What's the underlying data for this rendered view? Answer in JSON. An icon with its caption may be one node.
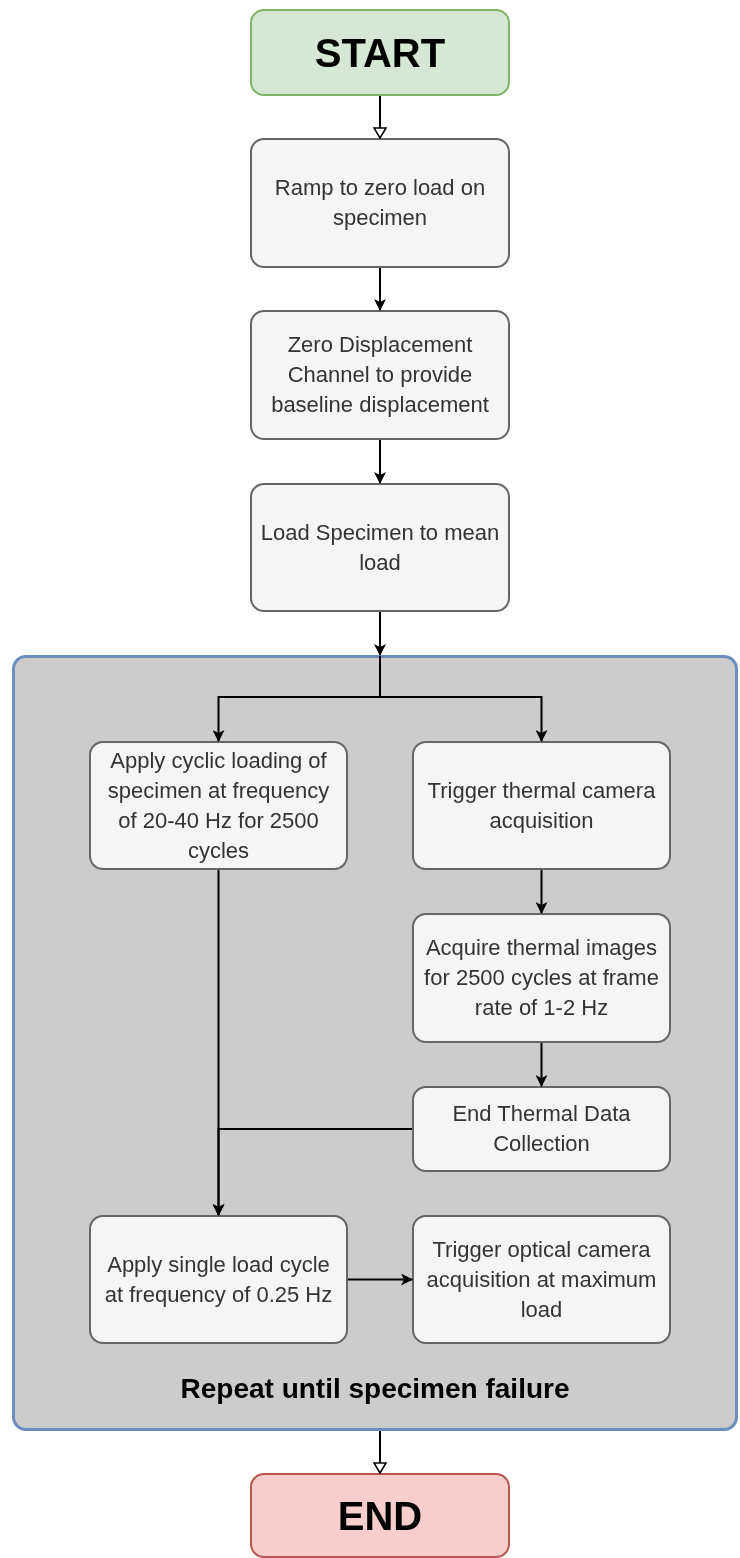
{
  "diagram": {
    "nodes": [
      {
        "text": [
          "START"
        ]
      },
      {
        "text": [
          "Ramp to zero load on specimen"
        ]
      },
      {
        "text": [
          "Zero Displacement Channel to provide baseline displacement"
        ]
      },
      {
        "text": [
          "Load Specimen to mean load"
        ]
      },
      {
        "text": [
          "Repeat until specimen failure"
        ]
      },
      {
        "text": [
          "Apply cyclic loading of specimen at frequency of 20-40 Hz for 2500 cycles"
        ],
        "in": 4
      },
      {
        "text": [
          "Trigger thermal camera acquisition"
        ],
        "in": 4
      },
      {
        "text": [
          "Acquire thermal images for 2500 cycles at frame rate of 1-2 Hz"
        ],
        "in": 4
      },
      {
        "text": [
          "End Thermal Data Collection"
        ],
        "in": 4
      },
      {
        "text": [
          "Apply single load cycle at frequency of 0.25 Hz"
        ],
        "in": 4
      },
      {
        "text": [
          "Trigger optical camera acquisition at maximum load"
        ],
        "in": 4
      },
      {
        "text": [
          "END"
        ]
      }
    ],
    "edges": [
      {
        "from": 0,
        "to": 1,
        "arrow": "to"
      },
      {
        "from": 1,
        "to": 2,
        "arrow": "to"
      },
      {
        "from": 2,
        "to": 3,
        "arrow": "to"
      },
      {
        "from": 3,
        "to": 4,
        "arrow": "to"
      },
      {
        "from": 4,
        "to": 5,
        "arrow": "to"
      },
      {
        "from": 4,
        "to": 6,
        "arrow": "to"
      },
      {
        "from": 6,
        "to": 7,
        "arrow": "to"
      },
      {
        "from": 7,
        "to": 8,
        "arrow": "to"
      },
      {
        "from": 5,
        "to": 9,
        "arrow": "to"
      },
      {
        "from": 8,
        "to": 9,
        "arrow": "to"
      },
      {
        "from": 9,
        "to": 10,
        "arrow": "to"
      },
      {
        "from": 4,
        "to": 11,
        "arrow": "to"
      }
    ]
  }
}
